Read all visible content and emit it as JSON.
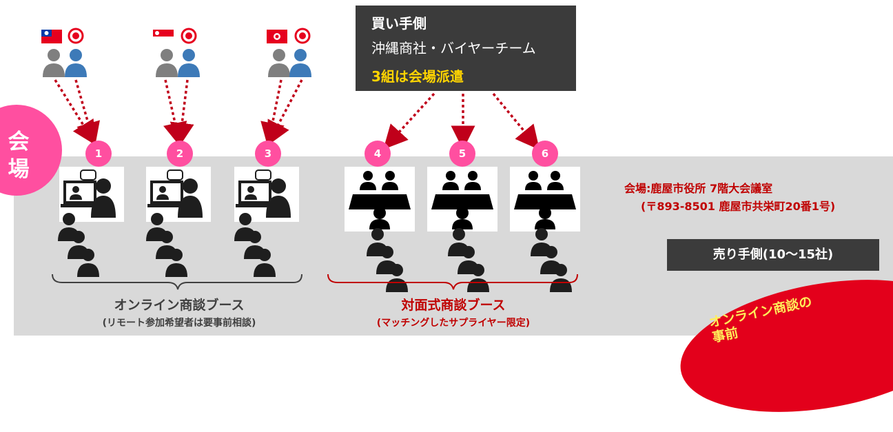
{
  "venue": {
    "label": "会\n場"
  },
  "buyer": {
    "title": "買い手側",
    "subtitle": "沖縄商社・バイヤーチーム",
    "highlight": "3組は会場派遣"
  },
  "online_booths": [
    {
      "number": "1",
      "flag": "taiwan-flag"
    },
    {
      "number": "2",
      "flag": "singapore-flag"
    },
    {
      "number": "3",
      "flag": "hongkong-flag"
    }
  ],
  "onsite_booths": [
    {
      "number": "4"
    },
    {
      "number": "5"
    },
    {
      "number": "6"
    }
  ],
  "online_section": {
    "title": "オンライン商談ブース",
    "note": "(リモート参加希望者は要事前相談)"
  },
  "onsite_section": {
    "title": "対面式商談ブース",
    "note": "(マッチングしたサプライヤー限定)"
  },
  "location": {
    "line1": "会場:鹿屋市役所  7階大会議室",
    "line2": "(〒893-8501 鹿屋市共栄町20番1号)"
  },
  "seller": {
    "label": "売り手側(10〜15社)"
  },
  "promo": {
    "text": "オンライン商談の\n事前"
  },
  "colors": {
    "accent_pink": "#ff4fa0",
    "arrow_red": "#c0001a",
    "dark_box": "#3b3b3b",
    "highlight_yellow": "#ffd400"
  }
}
